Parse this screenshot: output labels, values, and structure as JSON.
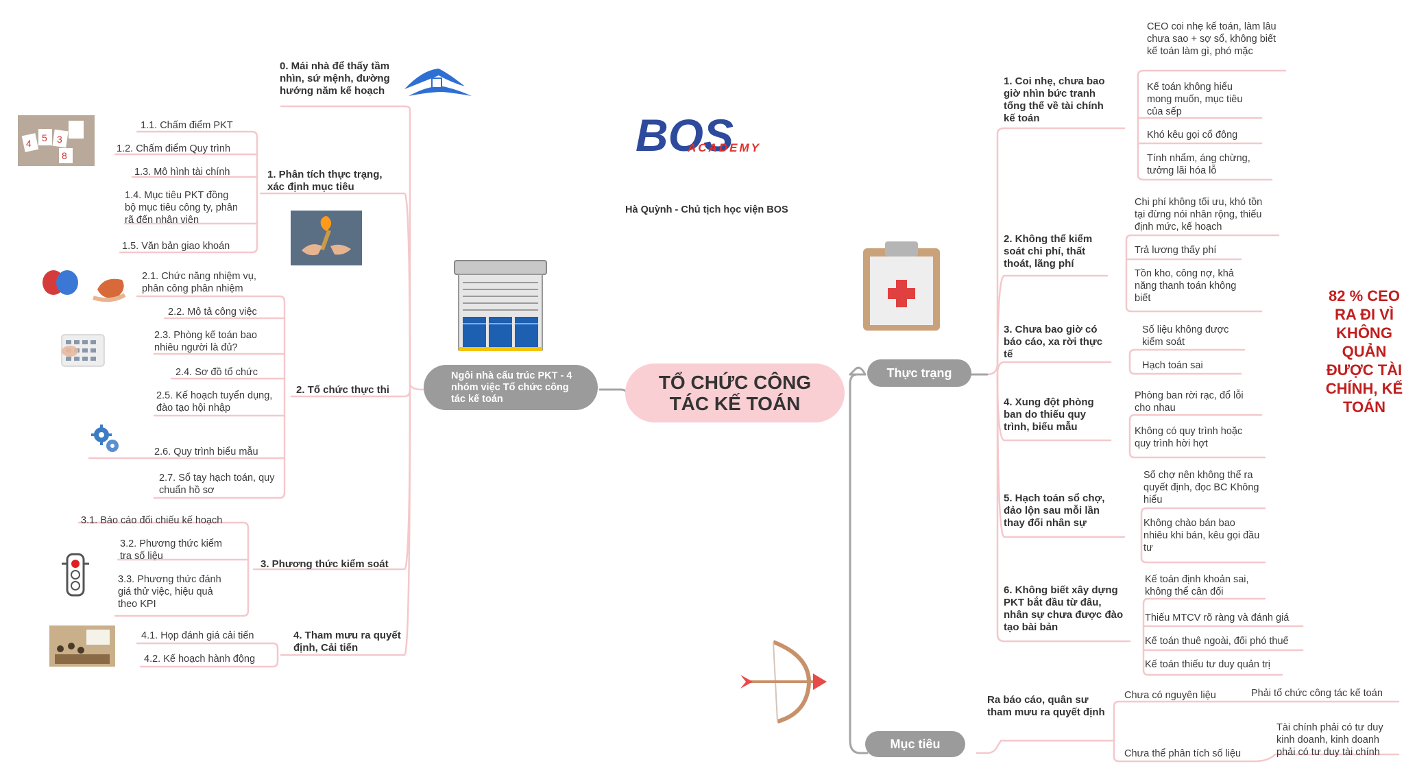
{
  "center": {
    "title": "TỔ CHỨC CÔNG TÁC KẾ TOÁN"
  },
  "logo": {
    "main": "BOS",
    "sub": "ACADEMY",
    "caption": "Hà Quỳnh - Chủ tịch học viện BOS"
  },
  "house": {
    "label": "Ngôi nhà cấu trúc PKT - 4 nhóm việc Tổ chức công tác kế toán"
  },
  "left": {
    "g0": {
      "title": "0. Mái nhà để thấy tầm nhìn, sứ mệnh, đường hướng năm kế hoạch"
    },
    "g1": {
      "title": "1. Phân tích thực trạng, xác định mục tiêu",
      "items": [
        "1.1. Chấm điểm PKT",
        "1.2. Chấm điểm Quy trình",
        "1.3. Mô hình tài chính",
        "1.4. Mục tiêu PKT đồng bộ mục tiêu công ty, phân rã đến nhân viên",
        "1.5. Văn bản giao khoán"
      ]
    },
    "g2": {
      "title": "2. Tổ chức thực thi",
      "items": [
        "2.1. Chức năng nhiệm vụ, phân công phân nhiệm",
        "2.2. Mô tả công việc",
        "2.3. Phòng kế toán bao nhiêu người là đủ?",
        "2.4. Sơ đồ tổ chức",
        "2.5. Kế hoạch tuyển dụng, đào tạo hội nhập",
        "2.6. Quy trình biểu mẫu",
        "2.7. Sổ tay hạch toán, quy chuẩn hồ sơ"
      ]
    },
    "g3": {
      "title": "3. Phương thức kiểm soát",
      "items": [
        "3.1. Báo cáo đối chiếu kế hoạch",
        "3.2. Phương thức kiểm tra số liệu",
        "3.3. Phương thức đánh giá thử việc, hiệu quả theo KPI"
      ]
    },
    "g4": {
      "title": "4. Tham mưu ra quyết định, Cải tiến",
      "items": [
        "4.1. Họp đánh giá cải tiến",
        "4.2. Kế hoạch hành động"
      ]
    }
  },
  "right": {
    "thuctrang": {
      "label": "Thực trạng",
      "groups": [
        {
          "title": "1. Coi nhẹ, chưa bao giờ nhìn bức tranh tổng thể về tài chính kế toán",
          "items": [
            "CEO coi nhẹ kế toán, làm lâu chưa sao + sợ sổ, không biết kế toán làm gì, phó mặc",
            "Kế toán không hiểu mong muốn, mục tiêu của sếp",
            "Khó kêu gọi cổ đông",
            "Tính nhẩm, áng chừng, tưởng lãi hóa lỗ"
          ]
        },
        {
          "title": "2. Không thể kiểm soát chi phí, thất thoát, lãng phí",
          "items": [
            "Chi phí không tối ưu, khó tồn tại đừng nói nhân rộng, thiếu định mức, kế hoạch",
            "Trả lương thấy phí",
            "Tồn kho, công nợ, khả năng thanh toán không biết"
          ]
        },
        {
          "title": "3. Chưa bao giờ có báo cáo, xa rời thực tế",
          "items": [
            "Số liệu không được kiểm soát",
            "Hạch toán sai"
          ]
        },
        {
          "title": "4. Xung đột phòng ban do thiếu quy trình, biểu mẫu",
          "items": [
            "Phòng ban rời rạc, đổ lỗi cho nhau",
            "Không có quy trình hoặc quy trình hời hợt"
          ]
        },
        {
          "title": "5. Hạch toán sổ chợ, đảo lộn sau mỗi lần thay đổi nhân sự",
          "items": [
            "Sổ chợ nên không thể ra quyết định, đọc BC Không hiểu",
            "Không chào bán bao nhiêu khi bán, kêu gọi đầu tư"
          ]
        },
        {
          "title": "6. Không biết xây dựng PKT bắt đầu từ đâu, nhân sự chưa được đào tạo bài bản",
          "items": [
            "Kế toán định khoản sai, không thể cân đối",
            "Thiếu MTCV rõ ràng và đánh giá",
            "Kế toán thuê ngoài, đối phó thuế",
            "Kế toán thiếu tư duy quản trị"
          ]
        }
      ]
    },
    "muctieu": {
      "label": "Mục tiêu",
      "title": "Ra báo cáo, quân sư tham mưu ra quyết định",
      "a": "Chưa có nguyên liệu",
      "a_sub": "Phải tổ chức công tác kế toán",
      "b": "Chưa thể phân tích số liệu",
      "b_sub": "Tài chính phải có tư duy kinh doanh, kinh doanh phải có tư duy tài chính"
    }
  },
  "stat": "82 % CEO RA ĐI VÌ KHÔNG QUẢN ĐƯỢC TÀI CHÍNH, KẾ TOÁN",
  "icons": [
    "house-roof-icon",
    "cards-icon",
    "torch-icon",
    "organs-icon",
    "calculator-icon",
    "gears-icon",
    "traffic-light-icon",
    "meeting-icon",
    "building-icon",
    "clipboard-icon",
    "bow-arrow-icon"
  ],
  "colors": {
    "branch": "#f4c8cb",
    "pill_gray": "#9b9b9b",
    "center_pink": "#f9cfd3",
    "logo_blue": "#2d4a9c",
    "logo_red": "#e0302a",
    "stat_red": "#c21e1e"
  }
}
